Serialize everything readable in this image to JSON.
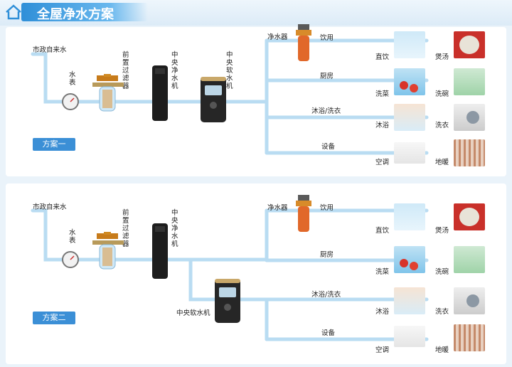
{
  "title": "全屋净水方案",
  "colors": {
    "pipe": "#b9dcf2",
    "accent": "#2f8fd8",
    "tag": "#3b8fd6"
  },
  "scheme1": {
    "tag": "方案一",
    "source": "市政自来水",
    "meter": "水表",
    "prefilter": "前置过滤器",
    "central_purifier": "中央净水机",
    "central_softener": "中央软水机",
    "purifier": "净水器",
    "branches": [
      {
        "name": "饮用",
        "left": "直饮",
        "right": "煲汤"
      },
      {
        "name": "厨房",
        "left": "洗菜",
        "right": "洗碗"
      },
      {
        "name": "沐浴/洗衣",
        "left": "沐浴",
        "right": "洗衣"
      },
      {
        "name": "设备",
        "left": "空调",
        "right": "地暖"
      }
    ]
  },
  "scheme2": {
    "tag": "方案二",
    "source": "市政自来水",
    "meter": "水表",
    "prefilter": "前置过滤器",
    "central_purifier": "中央净水机",
    "central_softener": "中央软水机",
    "purifier": "净水器",
    "branches": [
      {
        "name": "饮用",
        "left": "直饮",
        "right": "煲汤"
      },
      {
        "name": "厨房",
        "left": "洗菜",
        "right": "洗碗"
      },
      {
        "name": "沐浴/洗衣",
        "left": "沐浴",
        "right": "洗衣"
      },
      {
        "name": "设备",
        "left": "空调",
        "right": "地暖"
      }
    ]
  },
  "icons": [
    "home-icon",
    "water-meter-icon",
    "prefilter-icon",
    "central-purifier-icon",
    "softener-icon",
    "purifier-icon"
  ]
}
